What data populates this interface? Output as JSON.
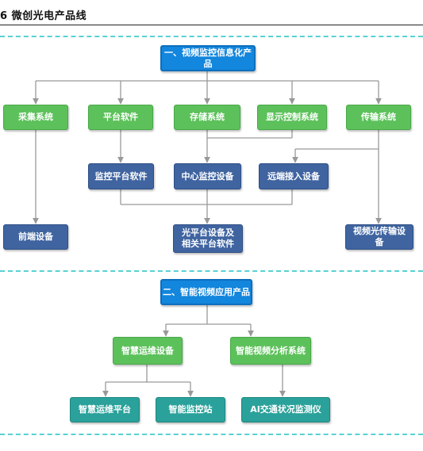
{
  "title": "6 微创光电产品线",
  "colors": {
    "green": "#5cc15a",
    "navy": "#3f64a0",
    "blue": "#1386dd",
    "teal": "#2aa19a",
    "dash": "#5ad1d3",
    "line": "#999999"
  },
  "section1": {
    "header": "一、视频监控信息化产品",
    "row1": [
      "采集系统",
      "平台软件",
      "存储系统",
      "显示控制系统",
      "传输系统"
    ],
    "row2": [
      "监控平台软件",
      "中心监控设备",
      "远端接入设备"
    ],
    "frontend": "前端设备",
    "platform_line1": "光平台设备及",
    "platform_line2": "相关平台软件",
    "optical": "视频光传输设备"
  },
  "section2": {
    "header": "二、智能视频应用产品",
    "row1": [
      "智慧运维设备",
      "智能视频分析系统"
    ],
    "row2": [
      "智慧运维平台",
      "智能监控站",
      "AI交通状况监测仪"
    ]
  }
}
